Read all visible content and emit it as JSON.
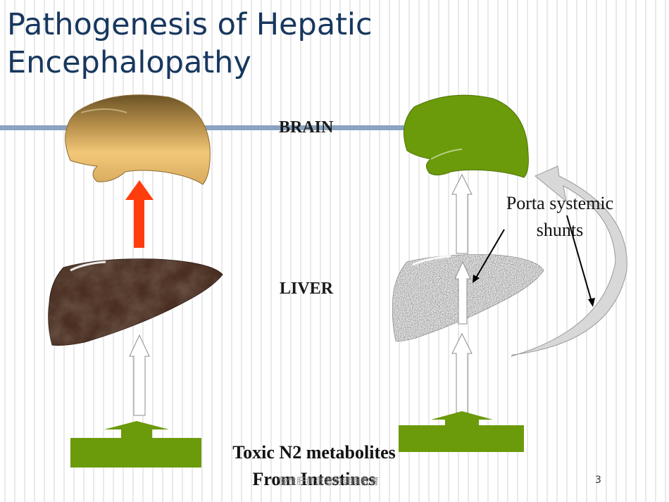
{
  "slide": {
    "title_line1": "Pathogenesis of Hepatic",
    "title_line2": "Encephalopathy",
    "page_number": "3",
    "footer_text": "慢性肝病患者的健康教育"
  },
  "diagram": {
    "brain_label": "BRAIN",
    "liver_label": "LIVER",
    "shunt_label_line1": "Porta systemic",
    "shunt_label_line2": "shunts",
    "source_label_line1": "Toxic N2 metabolites",
    "source_label_line2": "From Intestines"
  },
  "colors": {
    "title": "#17375e",
    "rule": "#8aa3c0",
    "brain_normal": "#c9a15a",
    "brain_affected": "#6b9a0a",
    "liver_normal": "#4a2f22",
    "liver_cirrhotic": "#a8a8a8",
    "intestine_block": "#6b9a0a",
    "red_arrow": "#ff3d0d"
  }
}
